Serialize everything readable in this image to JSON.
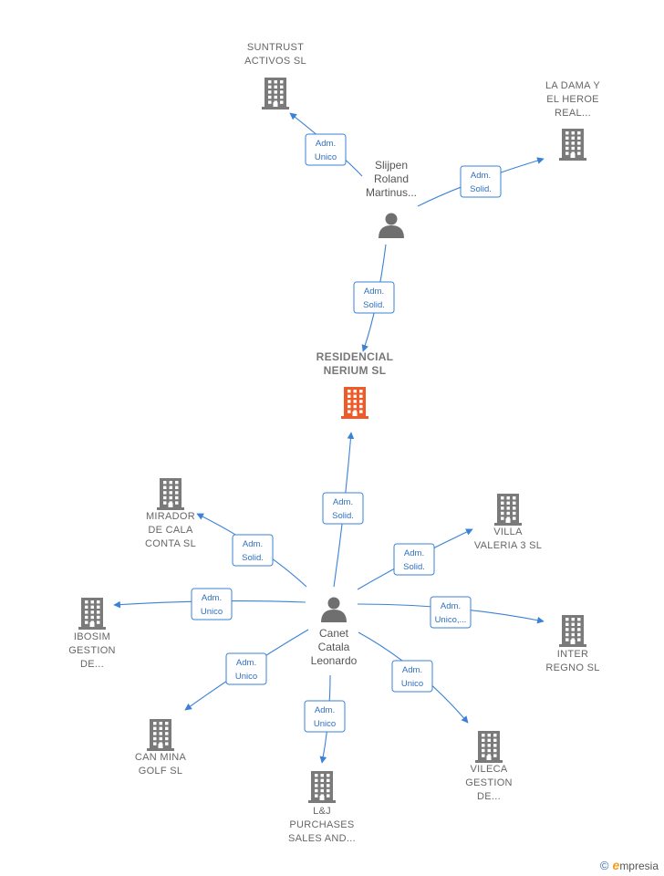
{
  "colors": {
    "edge": "#3b82d6",
    "company": "#7a7a7a",
    "company_focus": "#f05a28",
    "person": "#6f6f6f"
  },
  "nodes": {
    "suntrust": {
      "lines": [
        "SUNTRUST",
        "ACTIVOS  SL"
      ]
    },
    "ladama": {
      "lines": [
        "LA DAMA Y",
        "EL HEROE",
        "REAL..."
      ]
    },
    "slijpen": {
      "lines": [
        "Slijpen",
        "Roland",
        "Martinus..."
      ]
    },
    "residencial": {
      "lines": [
        "RESIDENCIAL",
        "NERIUM  SL"
      ]
    },
    "mirador": {
      "lines": [
        "MIRADOR",
        "DE CALA",
        "CONTA  SL"
      ]
    },
    "villa": {
      "lines": [
        "VILLA",
        "VALERIA 3  SL"
      ]
    },
    "ibosim": {
      "lines": [
        "IBOSIM",
        "GESTION",
        "DE..."
      ]
    },
    "canet": {
      "lines": [
        "Canet",
        "Catala",
        "Leonardo"
      ]
    },
    "inter": {
      "lines": [
        "INTER",
        "REGNO  SL"
      ]
    },
    "canmina": {
      "lines": [
        "CAN MINA",
        "GOLF  SL"
      ]
    },
    "vileca": {
      "lines": [
        "VILECA",
        "GESTION",
        "DE..."
      ]
    },
    "lj": {
      "lines": [
        "L&J",
        "PURCHASES",
        "SALES AND..."
      ]
    }
  },
  "edges": [
    {
      "lines": [
        "Adm.",
        "Unico"
      ]
    },
    {
      "lines": [
        "Adm.",
        "Solid."
      ]
    },
    {
      "lines": [
        "Adm.",
        "Solid."
      ]
    },
    {
      "lines": [
        "Adm.",
        "Solid."
      ]
    },
    {
      "lines": [
        "Adm.",
        "Solid."
      ]
    },
    {
      "lines": [
        "Adm.",
        "Solid."
      ]
    },
    {
      "lines": [
        "Adm.",
        "Unico"
      ]
    },
    {
      "lines": [
        "Adm.",
        "Unico,..."
      ]
    },
    {
      "lines": [
        "Adm.",
        "Unico"
      ]
    },
    {
      "lines": [
        "Adm.",
        "Unico"
      ]
    },
    {
      "lines": [
        "Adm.",
        "Unico"
      ]
    }
  ],
  "footer": {
    "copyright": "©",
    "brand_initial": "e",
    "brand_rest": "mpresia"
  }
}
